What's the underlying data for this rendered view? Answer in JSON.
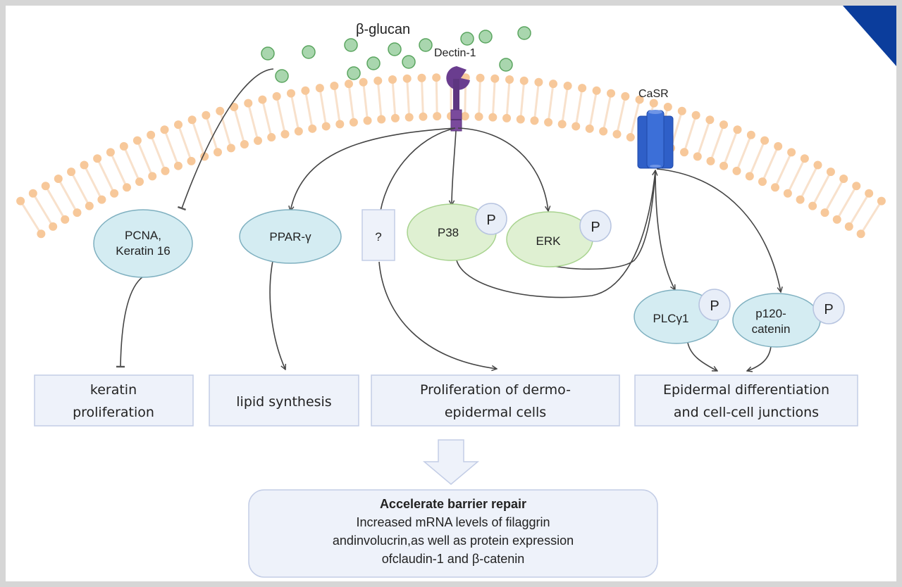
{
  "title": "β-glucan signaling pathways in skin barrier repair",
  "colors": {
    "border": "#d6d6d6",
    "corner": "#0b3d9c",
    "lipid_head": "#f7c89a",
    "lipid_tail": "#f8e1cc",
    "beta_glucan_fill": "#a9d6ae",
    "beta_glucan_stroke": "#5aa55f",
    "dectin": "#6a3d8f",
    "casr": "#2f5fc8",
    "blue_node_fill": "#d4ecf2",
    "blue_node_stroke": "#7fb0c0",
    "green_node_fill": "#dff0d2",
    "green_node_stroke": "#a8d38f",
    "phospho_fill": "#e8eef8",
    "phospho_stroke": "#b7c4e0",
    "box_fill": "#eef2fa",
    "box_stroke": "#c3cde6",
    "arrow": "#444444"
  },
  "labels": {
    "ligand": "β-glucan",
    "receptor_dectin": "Dectin-1",
    "receptor_casr": "CaSR",
    "unknown": "?"
  },
  "nodes": {
    "pcna": {
      "line1": "PCNA,",
      "line2": "Keratin 16"
    },
    "ppar": {
      "text": "PPAR-γ"
    },
    "p38": {
      "text": "P38",
      "phospho": "P"
    },
    "erk": {
      "text": "ERK",
      "phospho": "P"
    },
    "plc": {
      "text": "PLCγ1",
      "phospho": "P"
    },
    "p120": {
      "line1": "p120-",
      "line2": "catenin",
      "phospho": "P"
    }
  },
  "outcomes": [
    {
      "line1": "keratin",
      "line2": "proliferation"
    },
    {
      "line1": "lipid synthesis",
      "line2": ""
    },
    {
      "line1": "Proliferation of dermo-",
      "line2": "epidermal cells"
    },
    {
      "line1": "Epidermal differentiation",
      "line2": "and cell-cell junctions"
    }
  ],
  "summary": {
    "title": "Accelerate barrier repair",
    "line1": "Increased mRNA levels of filaggrin",
    "line2": "andinvolucrin,as well as protein expression",
    "line3": "ofclaudin-1 and β-catenin"
  },
  "edges": [
    {
      "from": "beta-glucan",
      "to": "PCNA, Keratin 16",
      "type": "inhibit"
    },
    {
      "from": "Dectin-1",
      "to": "PPAR-γ",
      "type": "activate"
    },
    {
      "from": "Dectin-1",
      "to": "?",
      "type": "activate"
    },
    {
      "from": "Dectin-1",
      "to": "P38",
      "type": "activate"
    },
    {
      "from": "Dectin-1",
      "to": "ERK",
      "type": "activate"
    },
    {
      "from": "P38",
      "to": "CaSR",
      "type": "activate"
    },
    {
      "from": "ERK",
      "to": "CaSR",
      "type": "activate"
    },
    {
      "from": "CaSR",
      "to": "PLCγ1",
      "type": "activate"
    },
    {
      "from": "CaSR",
      "to": "p120-catenin",
      "type": "activate"
    },
    {
      "from": "PCNA, Keratin 16",
      "to": "keratin proliferation",
      "type": "inhibit"
    },
    {
      "from": "PPAR-γ",
      "to": "lipid synthesis",
      "type": "activate"
    },
    {
      "from": "?",
      "to": "Proliferation of dermo-epidermal cells",
      "type": "activate"
    },
    {
      "from": "PLCγ1",
      "to": "Epidermal differentiation and cell-cell junctions",
      "type": "activate"
    },
    {
      "from": "p120-catenin",
      "to": "Epidermal differentiation and cell-cell junctions",
      "type": "activate"
    },
    {
      "from": "outcomes",
      "to": "Accelerate barrier repair",
      "type": "block-arrow"
    }
  ]
}
